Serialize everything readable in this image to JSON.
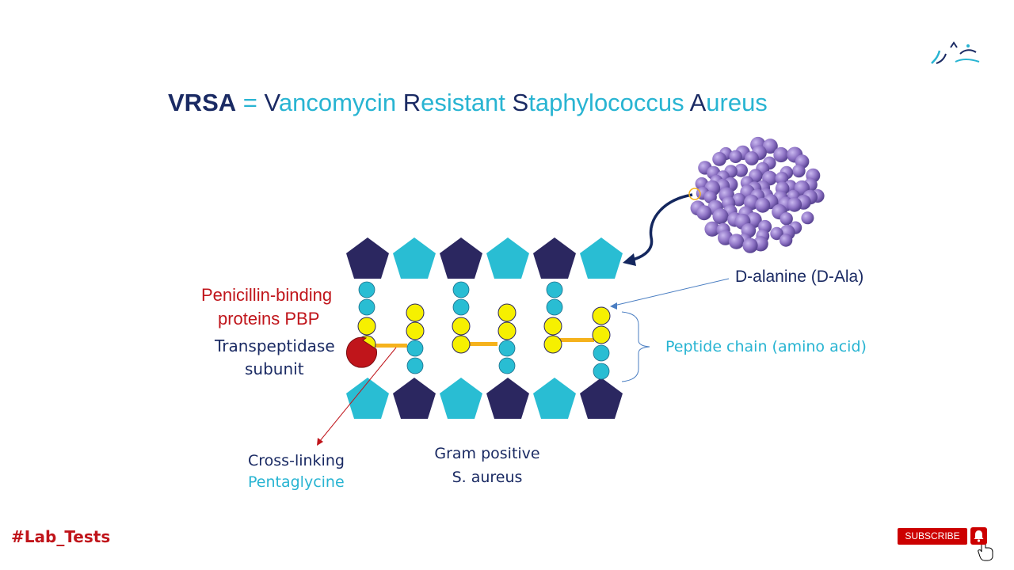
{
  "title": {
    "acronym": "VRSA",
    "equals": "=",
    "parts": [
      {
        "initial": "V",
        "rest": "ancomycin "
      },
      {
        "initial": "R",
        "rest": "esistant "
      },
      {
        "initial": "S",
        "rest": "taphylococcus "
      },
      {
        "initial": "A",
        "rest": "ureus"
      }
    ]
  },
  "labels": {
    "pbp_line1": "Penicillin-binding",
    "pbp_line2": "proteins PBP",
    "transpeptidase_line1": "Transpeptidase",
    "transpeptidase_line2": "subunit",
    "d_alanine": "D-alanine (D-Ala)",
    "peptide_chain": "Peptide chain (amino acid)",
    "crosslinking_line1": "Cross-linking",
    "crosslinking_line2": "Pentaglycine",
    "gram_line1": "Gram positive",
    "gram_line2": "S. aureus"
  },
  "hashtag": "#Lab_Tests",
  "subscribe": {
    "label": "SUBSCRIBE"
  },
  "colors": {
    "dark_navy": "#2b2760",
    "cyan": "#29bdd3",
    "yellow": "#f6f000",
    "orange": "#f5b21c",
    "red": "#c0151b",
    "purple": "#8f74c7"
  },
  "icons": {
    "bell": "bell-icon",
    "cursor": "hand-cursor-icon",
    "logo": "channel-logo"
  }
}
